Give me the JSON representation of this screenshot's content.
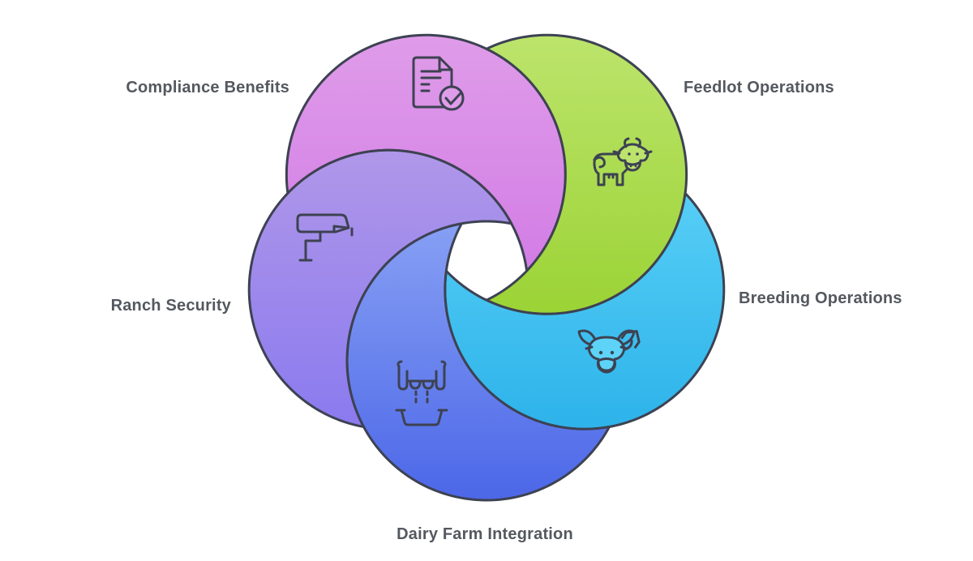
{
  "diagram": {
    "background": "#ffffff",
    "outline_color": "#3d4252",
    "icon_color": "#3d4252",
    "label_color": "#54585f",
    "items": [
      {
        "id": "compliance-benefits",
        "label": "Compliance Benefits",
        "icon": "document-check-icon",
        "gradient": [
          "#df9ce9",
          "#d077e5"
        ]
      },
      {
        "id": "feedlot-operations",
        "label": "Feedlot Operations",
        "icon": "cow-icon",
        "gradient": [
          "#bce46c",
          "#9bd335"
        ]
      },
      {
        "id": "breeding-operations",
        "label": "Breeding Operations",
        "icon": "bull-arrow-icon",
        "gradient": [
          "#5ed3f8",
          "#2db3ea"
        ]
      },
      {
        "id": "dairy-farm-integration",
        "label": "Dairy Farm Integration",
        "icon": "milking-icon",
        "gradient": [
          "#87a0f4",
          "#4c67e8"
        ]
      },
      {
        "id": "ranch-security",
        "label": "Ranch Security",
        "icon": "security-camera-icon",
        "gradient": [
          "#b097e9",
          "#8a7aef"
        ]
      }
    ]
  }
}
